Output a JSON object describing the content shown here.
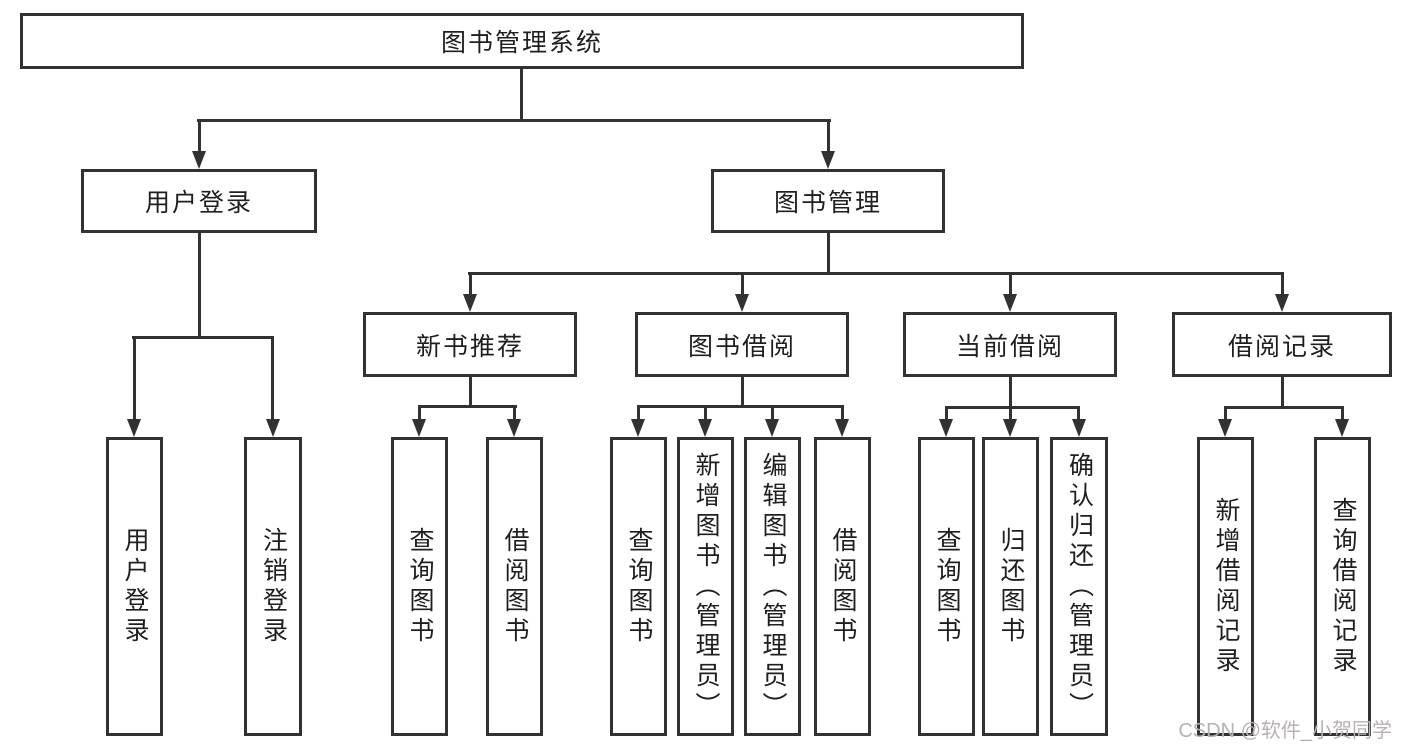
{
  "tree": {
    "root": {
      "label": "图书管理系统"
    },
    "user_login": {
      "label": "用户登录",
      "children": [
        {
          "label": "用户登录"
        },
        {
          "label": "注销登录"
        }
      ]
    },
    "book_management": {
      "label": "图书管理",
      "groups": [
        {
          "label": "新书推荐",
          "children": [
            {
              "label": "查询图书"
            },
            {
              "label": "借阅图书"
            }
          ]
        },
        {
          "label": "图书借阅",
          "children": [
            {
              "label": "查询图书"
            },
            {
              "label": "新增图书（管理员）"
            },
            {
              "label": "编辑图书（管理员）"
            },
            {
              "label": "借阅图书"
            }
          ]
        },
        {
          "label": "当前借阅",
          "children": [
            {
              "label": "查询图书"
            },
            {
              "label": "归还图书"
            },
            {
              "label": "确认归还（管理员）"
            }
          ]
        },
        {
          "label": "借阅记录",
          "children": [
            {
              "label": "新增借阅记录"
            },
            {
              "label": "查询借阅记录"
            }
          ]
        }
      ]
    }
  },
  "watermark": {
    "text": "CSDN @软件_小贺同学"
  },
  "colors": {
    "line": "#323232",
    "text": "#1f1f1f",
    "background": "#ffffff",
    "watermark": "#b7b1b1"
  }
}
